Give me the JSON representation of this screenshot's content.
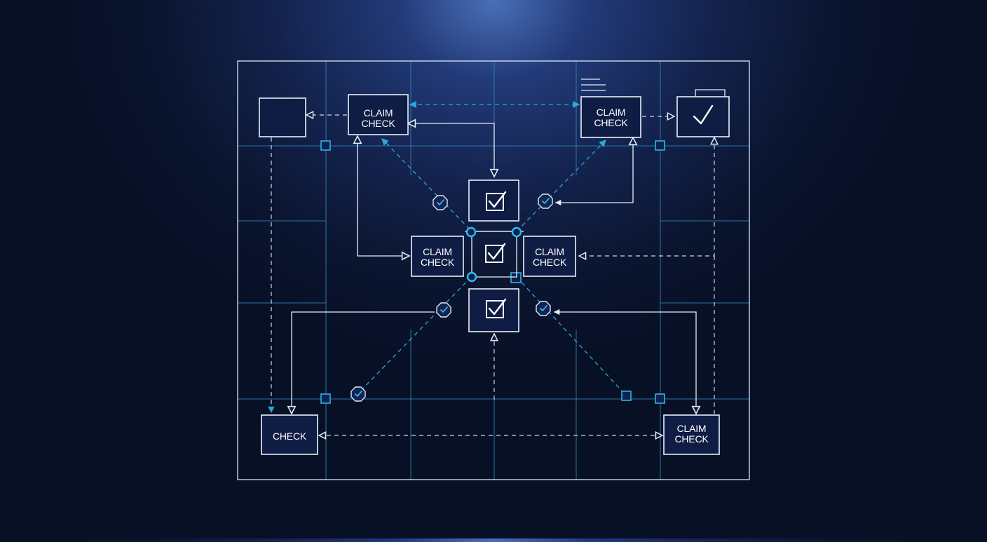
{
  "diagram": {
    "node_labels": {
      "top_left_center": [
        "CLAIM",
        "CHECK"
      ],
      "top_right_center": [
        "CLAIM",
        "CHECK"
      ],
      "middle_left": [
        "CLAIM",
        "CHECK"
      ],
      "middle_right": [
        "CLAIM",
        "CHECK"
      ],
      "bottom_left": [
        "CHECK"
      ],
      "bottom_right": [
        "CLAIM",
        "CHECK"
      ]
    }
  }
}
